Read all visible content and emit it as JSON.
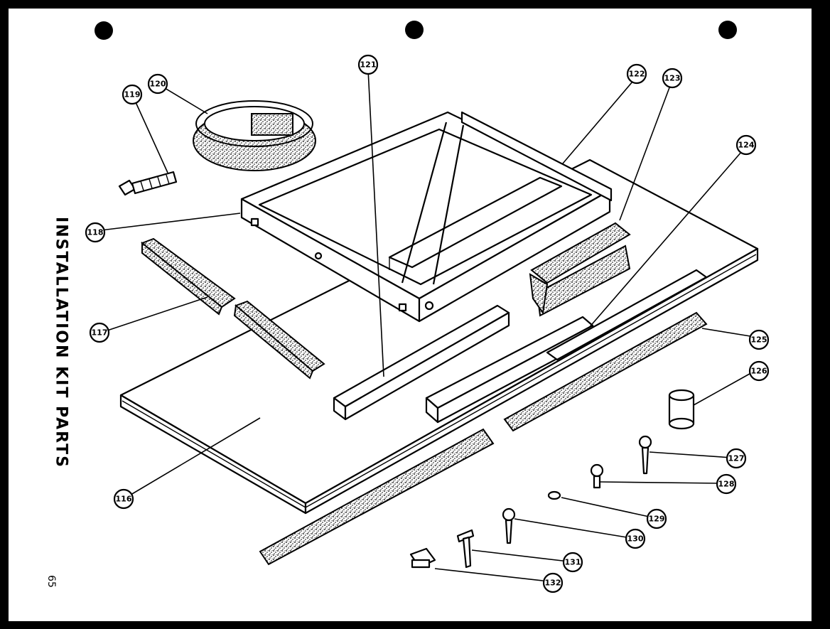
{
  "page": {
    "title": "INSTALLATION KIT PARTS",
    "page_number": "65"
  },
  "colors": {
    "background": "#000000",
    "paper": "#ffffff",
    "ink": "#000000"
  },
  "callouts": [
    {
      "id": "116",
      "label": "116"
    },
    {
      "id": "117",
      "label": "117"
    },
    {
      "id": "118",
      "label": "118"
    },
    {
      "id": "119",
      "label": "119"
    },
    {
      "id": "120",
      "label": "120"
    },
    {
      "id": "121",
      "label": "121"
    },
    {
      "id": "122",
      "label": "122"
    },
    {
      "id": "123",
      "label": "123"
    },
    {
      "id": "124",
      "label": "124"
    },
    {
      "id": "125",
      "label": "125"
    },
    {
      "id": "126",
      "label": "126"
    },
    {
      "id": "127",
      "label": "127"
    },
    {
      "id": "128",
      "label": "128"
    },
    {
      "id": "129",
      "label": "129"
    },
    {
      "id": "130",
      "label": "130"
    },
    {
      "id": "131",
      "label": "131"
    },
    {
      "id": "132",
      "label": "132"
    }
  ]
}
